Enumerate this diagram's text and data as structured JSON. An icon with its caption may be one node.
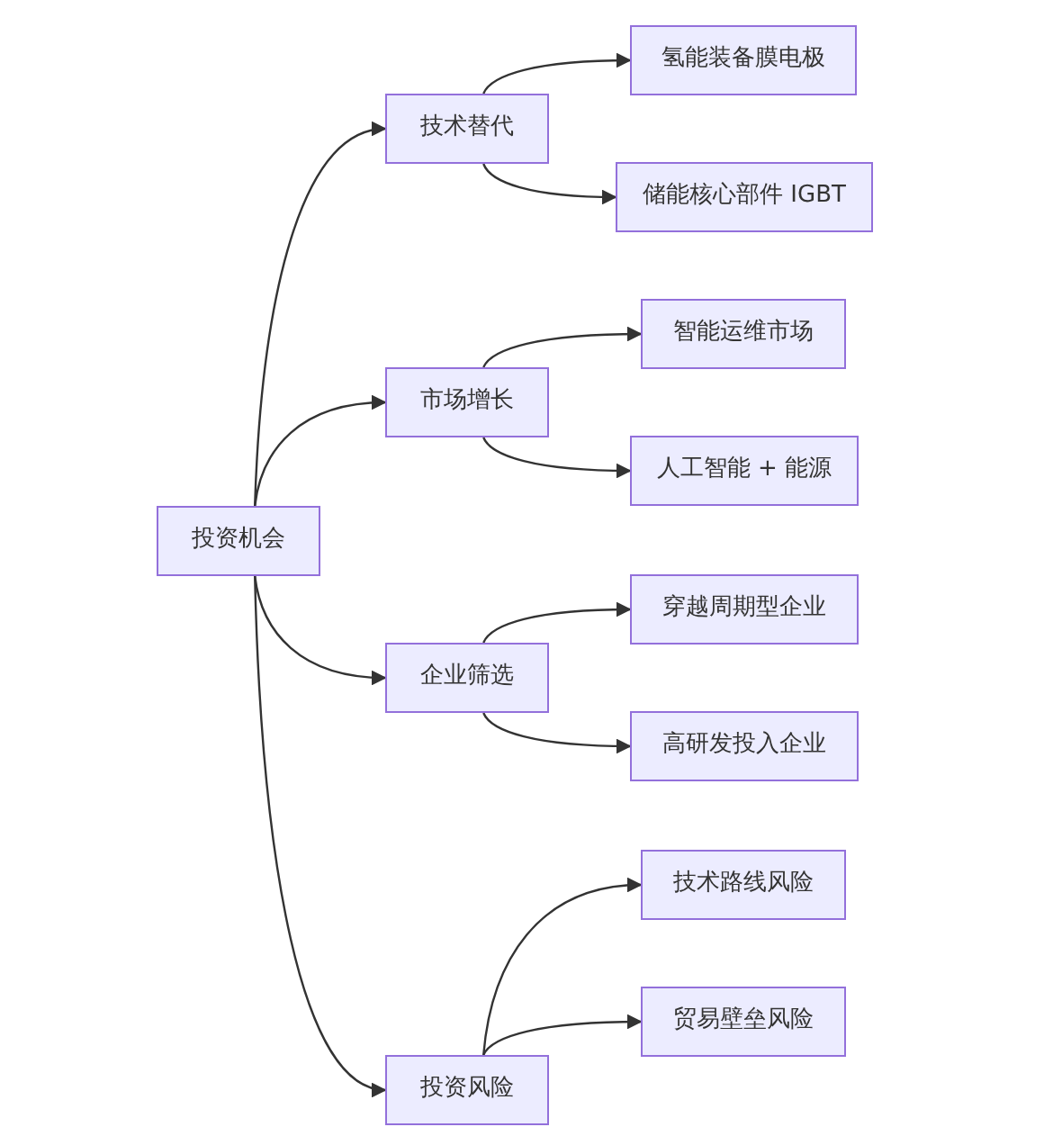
{
  "diagram": {
    "nodes": [
      {
        "text": [
          "投资机会"
        ]
      },
      {
        "text": [
          "技术替代"
        ]
      },
      {
        "text": [
          "市场增长"
        ]
      },
      {
        "text": [
          "企业筛选"
        ]
      },
      {
        "text": [
          "投资风险"
        ]
      },
      {
        "text": [
          "氢能装备膜电极"
        ]
      },
      {
        "text": [
          "储能核心部件 IGBT"
        ]
      },
      {
        "text": [
          "智能运维市场"
        ]
      },
      {
        "text": [
          "人工智能 + 能源"
        ]
      },
      {
        "text": [
          "穿越周期型企业"
        ]
      },
      {
        "text": [
          "高研发投入企业"
        ]
      },
      {
        "text": [
          "技术路线风险"
        ]
      },
      {
        "text": [
          "贸易壁垒风险"
        ]
      }
    ],
    "edges": [
      {
        "from": 0,
        "to": 1,
        "arrow": "to"
      },
      {
        "from": 0,
        "to": 2,
        "arrow": "to"
      },
      {
        "from": 0,
        "to": 3,
        "arrow": "to"
      },
      {
        "from": 0,
        "to": 4,
        "arrow": "to"
      },
      {
        "from": 1,
        "to": 5,
        "arrow": "to"
      },
      {
        "from": 1,
        "to": 6,
        "arrow": "to"
      },
      {
        "from": 2,
        "to": 7,
        "arrow": "to"
      },
      {
        "from": 2,
        "to": 8,
        "arrow": "to"
      },
      {
        "from": 3,
        "to": 9,
        "arrow": "to"
      },
      {
        "from": 3,
        "to": 10,
        "arrow": "to"
      },
      {
        "from": 4,
        "to": 11,
        "arrow": "to"
      },
      {
        "from": 4,
        "to": 12,
        "arrow": "to"
      }
    ]
  }
}
